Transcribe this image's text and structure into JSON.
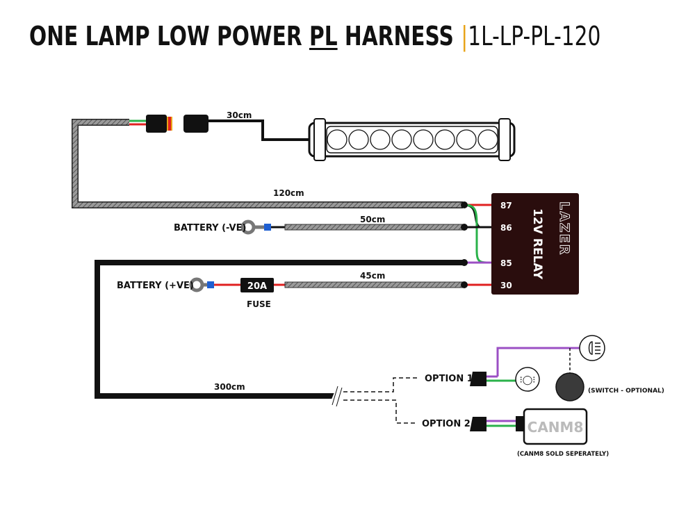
{
  "title": {
    "part1": "ONE LAMP LOW POWER ",
    "part_underlined": "PL",
    "part2": " HARNESS ",
    "separator": "|",
    "code": "1L-LP-PL-120"
  },
  "lengths": {
    "lamp_lead": "30cm",
    "main_lead": "120cm",
    "negative_lead": "50cm",
    "positive_lead": "45cm",
    "switch_lead": "300cm"
  },
  "labels": {
    "battery_negative": "BATTERY (-VE)",
    "battery_positive": "BATTERY (+VE)",
    "fuse_value": "20A",
    "fuse": "FUSE",
    "option1": "OPTION 1",
    "option2": "OPTION 2",
    "switch_optional": "(SWITCH - OPTIONAL)",
    "canm8": "CANM8",
    "canm8_note": "(CANM8 SOLD SEPERATELY)"
  },
  "relay": {
    "brand": "LAZER",
    "name": "12V RELAY",
    "pins": [
      "87",
      "86",
      "85",
      "30"
    ]
  },
  "colors": {
    "accent": "#e8a317",
    "wire_red": "#e02020",
    "wire_green": "#2ab24a",
    "wire_purple": "#9b4fc4",
    "wire_black": "#111111",
    "relay_body": "#2a0d0d",
    "sleeve": "#8a8a8a"
  },
  "icons": [
    "lamp-bar-icon",
    "battery-terminal-icon",
    "fuse-icon",
    "relay-icon",
    "sidelight-icon",
    "headlight-icon",
    "switch-icon",
    "canm8-icon"
  ]
}
